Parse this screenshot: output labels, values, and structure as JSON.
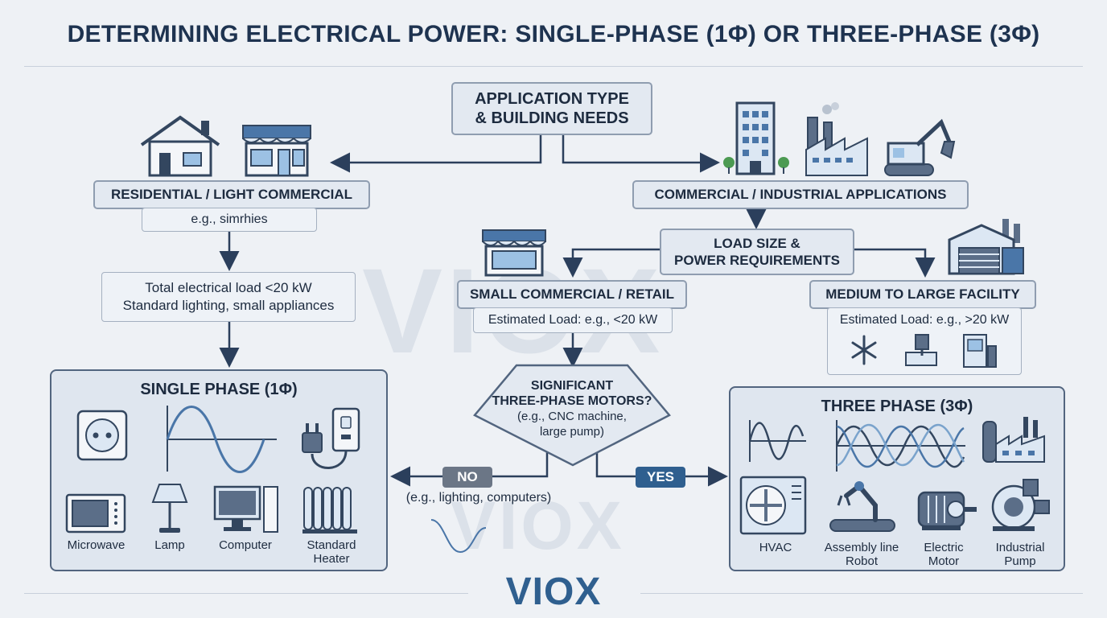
{
  "title": "DETERMINING ELECTRICAL POWER: SINGLE-PHASE (1Φ) OR THREE-PHASE (3Φ)",
  "watermark": "VIOX",
  "top_node": {
    "line1": "APPLICATION TYPE",
    "line2": "& BUILDING NEEDS"
  },
  "left_branch": {
    "heading": "RESIDENTIAL / LIGHT COMMERCIAL",
    "example": "e.g., simrhies",
    "load_line1": "Total electrical load <20 kW",
    "load_line2": "Standard lighting, small appliances"
  },
  "right_branch": {
    "heading": "COMMERCIAL / INDUSTRIAL APPLICATIONS",
    "load_size_line1": "LOAD SIZE &",
    "load_size_line2": "POWER REQUIREMENTS",
    "small": {
      "heading": "SMALL COMMERCIAL / RETAIL",
      "estimate": "Estimated Load: e.g., <20 kW"
    },
    "large": {
      "heading": "MEDIUM TO LARGE FACILITY",
      "estimate": "Estimated Load: e.g., >20 kW"
    }
  },
  "decision": {
    "line1": "SIGNIFICANT",
    "line2": "THREE-PHASE MOTORS?",
    "line3": "(e.g., CNC machine,",
    "line4": "large pump)",
    "no_label": "NO",
    "no_note": "(e.g., lighting, computers)",
    "yes_label": "YES"
  },
  "single_phase": {
    "title": "SINGLE PHASE (1Φ)",
    "items": [
      "Microwave",
      "Lamp",
      "Computer",
      "Standard\nHeater"
    ]
  },
  "three_phase": {
    "title": "THREE PHASE (3Φ)",
    "items": [
      "HVAC",
      "Assembly line\nRobot",
      "Electric\nMotor",
      "Industrial\nPump"
    ]
  },
  "logo": "VIOX",
  "colors": {
    "navy": "#1e3350",
    "yes_blue": "#2f5f8f",
    "no_gray": "#6b7686",
    "wave": "#4a76a8"
  }
}
